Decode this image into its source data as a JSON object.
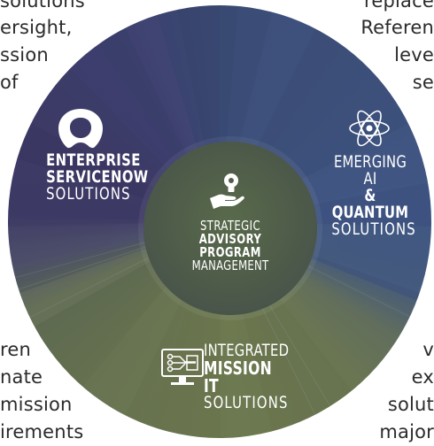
{
  "fragments_left": [
    "solutions",
    "ersight,",
    "ssion",
    "of",
    "ren",
    "nate",
    "mission",
    "irements"
  ],
  "fragments_right": [
    "replace",
    "Referen",
    "leve",
    "se",
    "v",
    "ex",
    "solut",
    "major"
  ],
  "segments": {
    "enterprise_servicenow": {
      "line1": "ENTERPRISE",
      "line2": "SERVICENOW",
      "line3": "SOLUTIONS",
      "icon": "servicenow-logo-icon"
    },
    "emerging_ai": {
      "line1": "EMERGING AI",
      "line2": "& QUANTUM",
      "line3": "SOLUTIONS",
      "icon": "atom-icon"
    },
    "integrated_mission_it": {
      "line1": "INTEGRATED",
      "line2": "MISSION IT",
      "line3": "SOLUTIONS",
      "icon": "circuit-monitor-icon"
    },
    "strategic_advisory": {
      "line1": "STRATEGIC",
      "line2": "ADVISORY",
      "line3": "PROGRAM",
      "line4": "MANAGEMENT",
      "icon": "lightbulb-hand-icon"
    }
  },
  "colors": {
    "slate_blue": "#3d5280",
    "indigo": "#3d3a66",
    "olive": "#6b764e",
    "text_white": "#ffffff",
    "paragraph_text": "#2b2b2b"
  }
}
